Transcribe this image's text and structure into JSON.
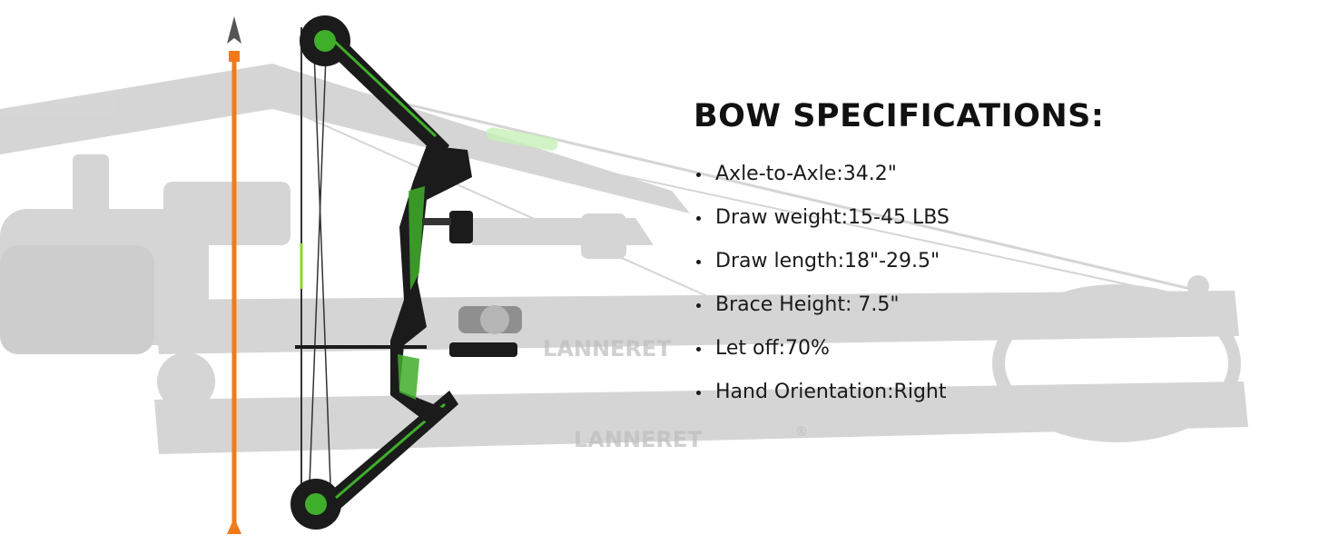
{
  "specs": {
    "title": "BOW SPECIFICATIONS:",
    "items": [
      "Axle-to-Axle:34.2\"",
      "Draw weight:15-45 LBS",
      "Draw length:18\"-29.5\"",
      "Brace Height: 7.5\"",
      "Let off:70%",
      "Hand Orientation:Right"
    ]
  },
  "background": {
    "brand_upper": "LANNERET",
    "brand_lower": "LANNERET",
    "registered_mark": "®"
  },
  "colors": {
    "arrow_orange": "#f07a1a",
    "bow_green": "#3fae2a",
    "bow_black": "#1b1b1b",
    "ghost_gray": "#d6d6d6"
  }
}
